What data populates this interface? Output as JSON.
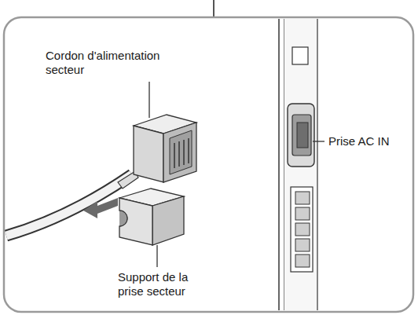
{
  "diagram": {
    "labels": [
      "Cordon d'alimentation secteur",
      "Prise AC IN",
      "Support de la prise secteur"
    ]
  }
}
